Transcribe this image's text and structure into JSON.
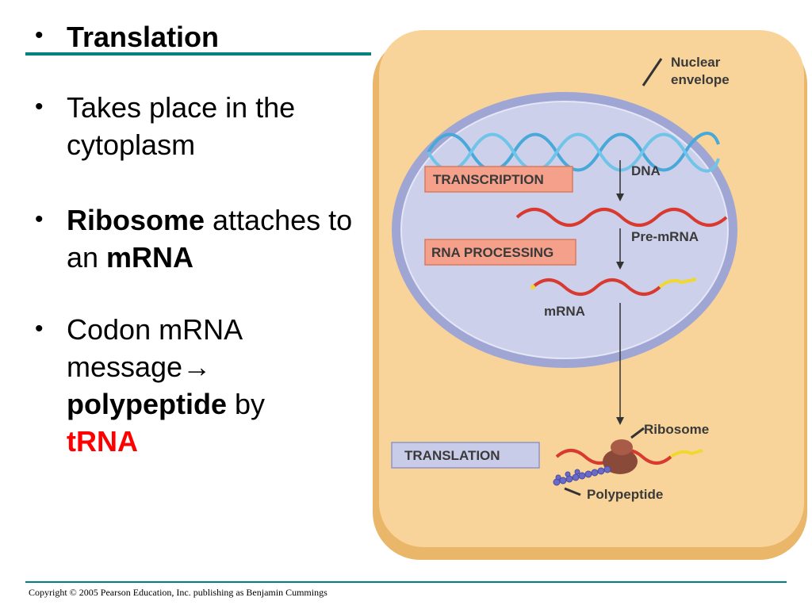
{
  "slide": {
    "bullet_char": "•",
    "title": "Translation",
    "bullets": [
      {
        "parts": [
          {
            "text": "Takes place in the cytoplasm",
            "style": "normal"
          }
        ]
      },
      {
        "parts": [
          {
            "text": "Ribosome",
            "style": "bold"
          },
          {
            "text": " attaches to an ",
            "style": "normal"
          },
          {
            "text": "mRNA",
            "style": "bold"
          }
        ]
      },
      {
        "parts": [
          {
            "text": "Codon mRNA message",
            "style": "normal"
          },
          {
            "text": "→",
            "style": "normal"
          },
          {
            "text": " polypeptide",
            "style": "bold"
          },
          {
            "text": " by ",
            "style": "normal"
          },
          {
            "text": "tRNA",
            "style": "red-bold"
          }
        ]
      }
    ],
    "copyright": "Copyright © 2005 Pearson Education, Inc. publishing as Benjamin Cummings"
  },
  "diagram": {
    "labels": {
      "nuclear_envelope_line1": "Nuclear",
      "nuclear_envelope_line2": "envelope",
      "dna": "DNA",
      "pre_mrna": "Pre-mRNA",
      "mrna": "mRNA",
      "ribosome": "Ribosome",
      "polypeptide": "Polypeptide"
    },
    "boxes": {
      "transcription": "TRANSCRIPTION",
      "rna_processing": "RNA PROCESSING",
      "translation": "TRANSLATION"
    },
    "colors": {
      "cell_fill": "#f8d49a",
      "cell_border": "#eab76a",
      "nucleus_fill": "#ccd0ea",
      "nucleus_border": "#9fa6d4",
      "dna": "#48a8d8",
      "rna": "#d83a30",
      "cap_tail": "#f0d830",
      "box_red": "#f4a08a",
      "box_blue": "#c9cce8",
      "ribosome": "#8a4a3a",
      "polypeptide": "#6a6ac8",
      "title_rule": "#008080",
      "trna_text": "#ff0000"
    }
  }
}
